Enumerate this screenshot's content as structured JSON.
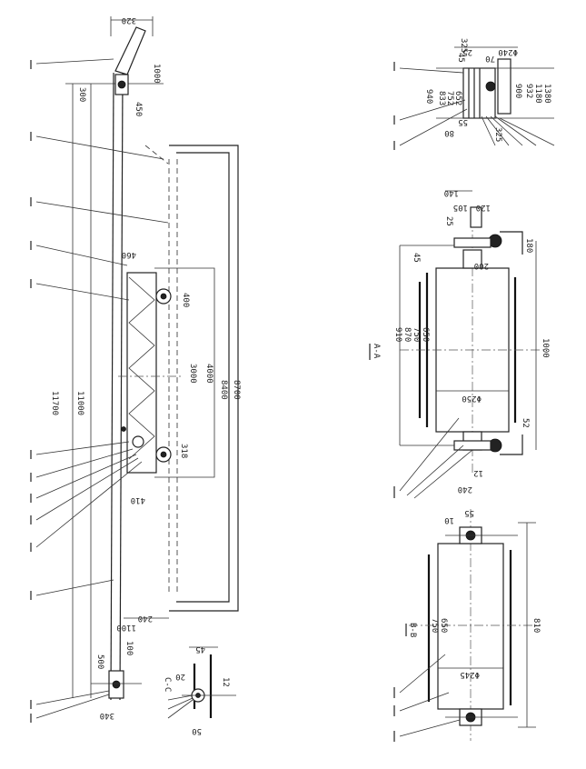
{
  "left_view": {
    "dims": {
      "top_width": "320",
      "top_height": "1000",
      "offset_300": "300",
      "d450": "450",
      "d460": "460",
      "d400": "400",
      "d3000": "3000",
      "d4000": "4000",
      "d8400": "8400",
      "d8700": "8700",
      "d318": "318",
      "d410": "410",
      "d11700": "11700",
      "d11000": "11000",
      "d1100": "1100",
      "d240": "240",
      "d500": "500",
      "d100": "100",
      "d340": "340"
    },
    "section_label": "C-C",
    "detail_dims": {
      "d45": "45",
      "d20": "20",
      "d12": "12",
      "d50": "50"
    }
  },
  "right_top": {
    "dims": {
      "d325": "325",
      "d45": "45",
      "d25": "25",
      "d70": "70",
      "d1": "1",
      "d240": "Φ240",
      "d940": "940",
      "d833": "833",
      "d752": "752",
      "d652": "652",
      "d55": "55",
      "d80": "80",
      "d325b": "325",
      "d900": "900",
      "d932": "932",
      "d1180": "1180",
      "d1380": "1380"
    }
  },
  "section_aa": {
    "label": "A-A",
    "dims": {
      "d140": "140",
      "d105": "105",
      "d120": "120",
      "d45": "45",
      "d200": "200",
      "d910": "910",
      "d870": "870",
      "d750": "750",
      "d650": "650",
      "d1000": "1000",
      "d180": "180",
      "phi": "Φ250",
      "d52": "52",
      "d12": "12",
      "d240": "240"
    }
  },
  "section_bb": {
    "label": "B-B",
    "dims": {
      "d55": "55",
      "d10": "10",
      "d750": "750",
      "d650": "650",
      "d810": "810",
      "phi": "Φ245"
    }
  }
}
